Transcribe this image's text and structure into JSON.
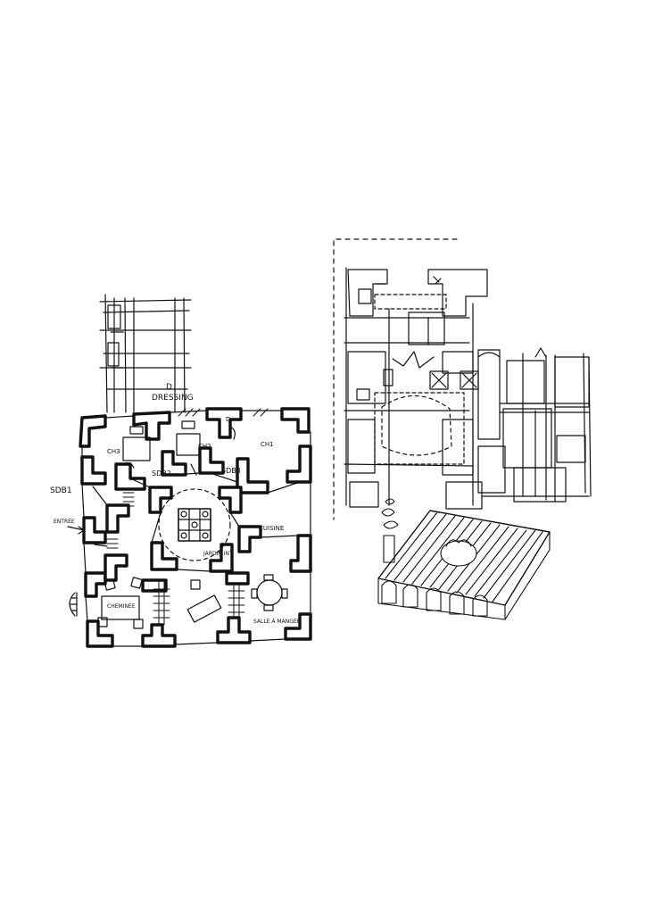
{
  "drawing": {
    "ink_color": "#111111",
    "paper_color": "#ffffff",
    "plan_labels": {
      "dressing_mark": "D",
      "dressing": "DRESSING",
      "ch3": "CH3",
      "ch2": "CH2",
      "ch1": "CH1",
      "ch_mark": "D",
      "sdb2": "SDB2",
      "sdb3": "SDB3",
      "sdb1": "SDB1",
      "entree": "ENTRÉE",
      "cuisine": "CUISINE",
      "jardin": "JARDIN INT",
      "cheminee": "CHEMINÉE",
      "salle_manger": "SALLE À MANGER"
    }
  }
}
